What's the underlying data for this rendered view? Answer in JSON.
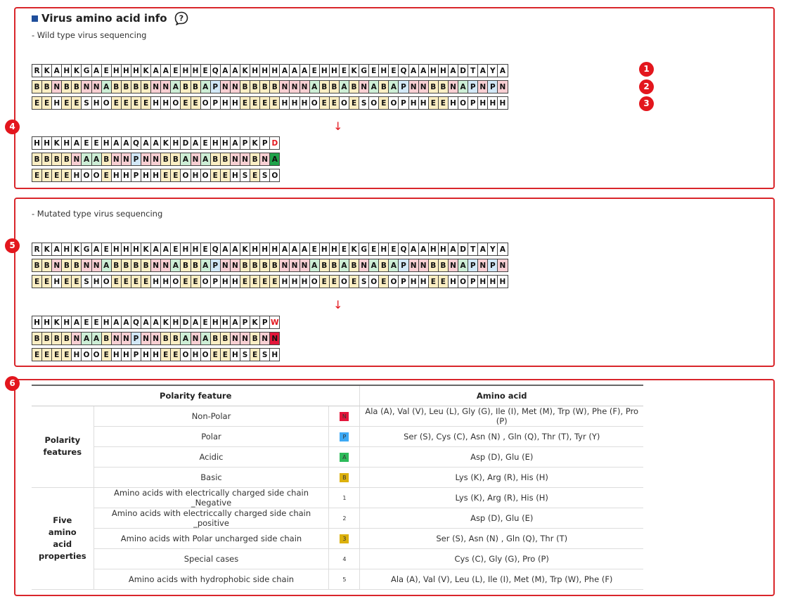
{
  "section1": {
    "title": "Virus amino acid info",
    "subtitle": "- Wild type virus sequencing",
    "marker_labels": [
      "1",
      "2",
      "3",
      "4"
    ],
    "row1": [
      "R",
      "K",
      "A",
      "H",
      "K",
      "G",
      "A",
      "E",
      "H",
      "H",
      "H",
      "K",
      "A",
      "A",
      "E",
      "H",
      "H",
      "E",
      "Q",
      "A",
      "A",
      "K",
      "H",
      "H",
      "H",
      "A",
      "A",
      "A",
      "E",
      "H",
      "H",
      "E",
      "K",
      "G",
      "E",
      "H",
      "E",
      "Q",
      "A",
      "A",
      "H",
      "H",
      "A",
      "D",
      "T",
      "A",
      "Y",
      "A"
    ],
    "row2": [
      "B",
      "B",
      "N",
      "B",
      "B",
      "N",
      "N",
      "A",
      "B",
      "B",
      "B",
      "B",
      "N",
      "N",
      "A",
      "B",
      "B",
      "A",
      "P",
      "N",
      "N",
      "B",
      "B",
      "B",
      "B",
      "N",
      "N",
      "N",
      "A",
      "B",
      "B",
      "A",
      "B",
      "N",
      "A",
      "B",
      "A",
      "P",
      "N",
      "N",
      "B",
      "B",
      "N",
      "A",
      "P",
      "N",
      "P",
      "N"
    ],
    "row3": [
      "E",
      "E",
      "H",
      "E",
      "E",
      "S",
      "H",
      "O",
      "E",
      "E",
      "E",
      "E",
      "H",
      "H",
      "O",
      "E",
      "E",
      "O",
      "P",
      "H",
      "H",
      "E",
      "E",
      "E",
      "E",
      "H",
      "H",
      "H",
      "O",
      "E",
      "E",
      "O",
      "E",
      "S",
      "O",
      "E",
      "O",
      "P",
      "H",
      "H",
      "E",
      "E",
      "H",
      "O",
      "P",
      "H",
      "H",
      "H"
    ],
    "row4": [
      "H",
      "H",
      "K",
      "H",
      "A",
      "E",
      "E",
      "H",
      "A",
      "A",
      "Q",
      "A",
      "A",
      "K",
      "H",
      "D",
      "A",
      "E",
      "H",
      "H",
      "A",
      "P",
      "K",
      "P",
      "D"
    ],
    "row5": [
      "B",
      "B",
      "B",
      "B",
      "N",
      "A",
      "A",
      "B",
      "N",
      "N",
      "P",
      "N",
      "N",
      "B",
      "B",
      "A",
      "N",
      "A",
      "B",
      "B",
      "N",
      "N",
      "B",
      "N",
      "A"
    ],
    "row6": [
      "E",
      "E",
      "E",
      "E",
      "H",
      "O",
      "O",
      "E",
      "H",
      "H",
      "P",
      "H",
      "H",
      "E",
      "E",
      "O",
      "H",
      "O",
      "E",
      "E",
      "H",
      "S",
      "E",
      "S",
      "O"
    ],
    "arrow": "↓"
  },
  "section2": {
    "subtitle": "- Mutated type virus sequencing",
    "marker_label": "5",
    "row1": [
      "R",
      "K",
      "A",
      "H",
      "K",
      "G",
      "A",
      "E",
      "H",
      "H",
      "H",
      "K",
      "A",
      "A",
      "E",
      "H",
      "H",
      "E",
      "Q",
      "A",
      "A",
      "K",
      "H",
      "H",
      "H",
      "A",
      "A",
      "A",
      "E",
      "H",
      "H",
      "E",
      "K",
      "G",
      "E",
      "H",
      "E",
      "Q",
      "A",
      "A",
      "H",
      "H",
      "A",
      "D",
      "T",
      "A",
      "Y",
      "A"
    ],
    "row2": [
      "B",
      "B",
      "N",
      "B",
      "B",
      "N",
      "N",
      "A",
      "B",
      "B",
      "B",
      "B",
      "N",
      "N",
      "A",
      "B",
      "B",
      "A",
      "P",
      "N",
      "N",
      "B",
      "B",
      "B",
      "B",
      "N",
      "N",
      "N",
      "A",
      "B",
      "B",
      "A",
      "B",
      "N",
      "A",
      "B",
      "A",
      "P",
      "N",
      "N",
      "B",
      "B",
      "N",
      "A",
      "P",
      "N",
      "P",
      "N"
    ],
    "row3": [
      "E",
      "E",
      "H",
      "E",
      "E",
      "S",
      "H",
      "O",
      "E",
      "E",
      "E",
      "E",
      "H",
      "H",
      "O",
      "E",
      "E",
      "O",
      "P",
      "H",
      "H",
      "E",
      "E",
      "E",
      "E",
      "H",
      "H",
      "H",
      "O",
      "E",
      "E",
      "O",
      "E",
      "S",
      "O",
      "E",
      "O",
      "P",
      "H",
      "H",
      "E",
      "E",
      "H",
      "O",
      "P",
      "H",
      "H",
      "H"
    ],
    "row4": [
      "H",
      "H",
      "K",
      "H",
      "A",
      "E",
      "E",
      "H",
      "A",
      "A",
      "Q",
      "A",
      "A",
      "K",
      "H",
      "D",
      "A",
      "E",
      "H",
      "H",
      "A",
      "P",
      "K",
      "P",
      "W"
    ],
    "row5": [
      "B",
      "B",
      "B",
      "B",
      "N",
      "A",
      "A",
      "B",
      "N",
      "N",
      "P",
      "N",
      "N",
      "B",
      "B",
      "A",
      "N",
      "A",
      "B",
      "B",
      "N",
      "N",
      "B",
      "N",
      "N"
    ],
    "row6": [
      "E",
      "E",
      "E",
      "E",
      "H",
      "O",
      "O",
      "E",
      "H",
      "H",
      "P",
      "H",
      "H",
      "E",
      "E",
      "O",
      "H",
      "O",
      "E",
      "E",
      "H",
      "S",
      "E",
      "S",
      "H"
    ],
    "arrow": "↓"
  },
  "legend": {
    "marker_label": "6",
    "header_feature": "Polarity feature",
    "header_amino": "Amino acid",
    "group1": "Polarity features",
    "group2": "Five amino acid properties",
    "rows": [
      {
        "feature": "Non-Polar",
        "chip": "N",
        "amino": "Ala (A), Val (V), Leu (L), Gly (G), Ile (I), Met (M), Trp (W), Phe (F), Pro (P)"
      },
      {
        "feature": "Polar",
        "chip": "P",
        "amino": "Ser (S), Cys (C), Asn (N) , Gln (Q), Thr (T), Tyr (Y)"
      },
      {
        "feature": "Acidic",
        "chip": "A",
        "amino": "Asp (D), Glu (E)"
      },
      {
        "feature": "Basic",
        "chip": "B",
        "amino": "Lys (K), Arg (R), His (H)"
      },
      {
        "feature": "Amino acids with electrically charged side chain _Negative",
        "chip": "1",
        "amino": "Lys (K), Arg (R), His (H)"
      },
      {
        "feature": "Amino acids with electriccally charged side chain _positive",
        "chip": "2",
        "amino": "Asp (D), Glu (E)"
      },
      {
        "feature": "Amino acids with Polar uncharged side chain",
        "chip": "3",
        "amino": "Ser (S), Asn (N) , Gln (Q), Thr (T)"
      },
      {
        "feature": "Special cases",
        "chip": "4",
        "amino": "Cys (C), Gly (G), Pro (P)"
      },
      {
        "feature": "Amino acids with hydrophobic side chain",
        "chip": "5",
        "amino": "Ala (A), Val (V), Leu (L), Ile (I), Met (M), Trp (W), Phe (F)"
      }
    ]
  },
  "colors": {
    "border": "#d9262b",
    "marker": "#e3161d",
    "basic": "#fbeec3",
    "nonpolar": "#f8cfd3",
    "acidic": "#cdeed6",
    "polar": "#d2e8f7",
    "title_square": "#1f4e9b"
  }
}
